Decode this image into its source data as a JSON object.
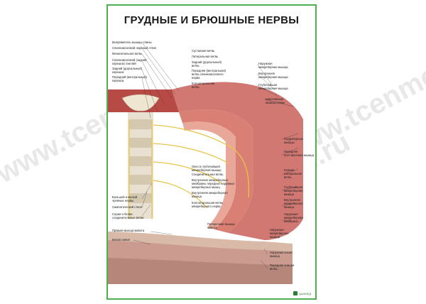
{
  "poster": {
    "title": "ГРУДНЫЕ И БРЮШНЫЕ НЕРВЫ",
    "labels_left": [
      "Выпрямитель мышцы спины",
      "Спинномозговой нервный ствол",
      "Менингеальная ветвь",
      "Спинномозговой (задний\nкорешок) ганглий",
      "Задний (дорсальный)\nкорешок",
      "Передний (вентральный)\nкорешок",
      "Большой и малый\nчревные нервы",
      "Симпатический ствол",
      "Серая и белая\nсоединительные ветви",
      "Прямая мышца живота",
      "Белая линия"
    ],
    "labels_mid": [
      "Суставная ветвь",
      "Латеральная ветвь",
      "Задний (дорсальный)\nветвь",
      "Передняя (вентральная)\nветвь спинномозгового\nнерва",
      "Коллатеральная\nветвь",
      "Окно в глубочайшей\nмежреберной мышце",
      "Соединительная ветвь",
      "Внутренние межреберные\nмембраны передних наружных\nмежреберных мышц",
      "Внутренняя межреберная\nмышца",
      "Коллатеральная ветвь\nмежреберного нерва",
      "Поперечная мышца\nживота"
    ],
    "labels_right": [
      "Наружная\nмежреберная мышца",
      "Внутренняя\nмежреберная мышца",
      "Глубочайшая\nмежреберная мышца",
      "Широчайшая\nмышца спины",
      "Подреберные\nмышцы",
      "Передняя\nпостчиночная мышца",
      "Кожная\nлатеральная\nветвь",
      "Глубочайшая\nмежреберная\nмышца",
      "Внутренняя\nмежреберная\nмышца",
      "Наружная\nмежреберная\nмембрана",
      "Наружная\nмежреберная\nмышца",
      "Наружная косая\nмышца",
      "Передняя кожная\nветвь"
    ],
    "logo_text": "ЦАНМЕД",
    "watermark": "www.tcenmed.ru"
  },
  "colors": {
    "border": "#4caf50",
    "muscle": "#c9605a",
    "nerve": "#e8c54a",
    "bone": "#e8e0d0"
  }
}
